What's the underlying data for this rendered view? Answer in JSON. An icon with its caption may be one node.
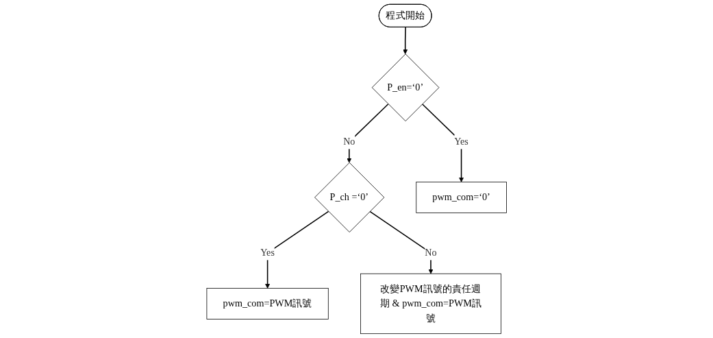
{
  "diagram": {
    "nodes": [
      {
        "text": [
          "程式開始"
        ]
      },
      {
        "text": [
          "P_en=‘0’"
        ]
      },
      {
        "text": [
          "P_ch =‘0’"
        ]
      },
      {
        "text": [
          "pwm_com=PWM訊號"
        ]
      },
      {
        "text": [
          "pwm_com=‘0’"
        ]
      },
      {
        "text": [
          "改變PWM訊號的責任週期 & pwm_com=PWM訊號"
        ]
      }
    ],
    "edges": [
      {
        "from": 0,
        "to": 1,
        "arrow": "to"
      },
      {
        "from": 1,
        "to": 2,
        "arrow": "to",
        "label": "No"
      },
      {
        "from": 2,
        "to": 3,
        "arrow": "to",
        "label": "Yes"
      },
      {
        "from": 1,
        "to": 4,
        "arrow": "to",
        "label": "Yes"
      },
      {
        "from": 2,
        "to": 5,
        "arrow": "to",
        "label": "No"
      }
    ]
  }
}
